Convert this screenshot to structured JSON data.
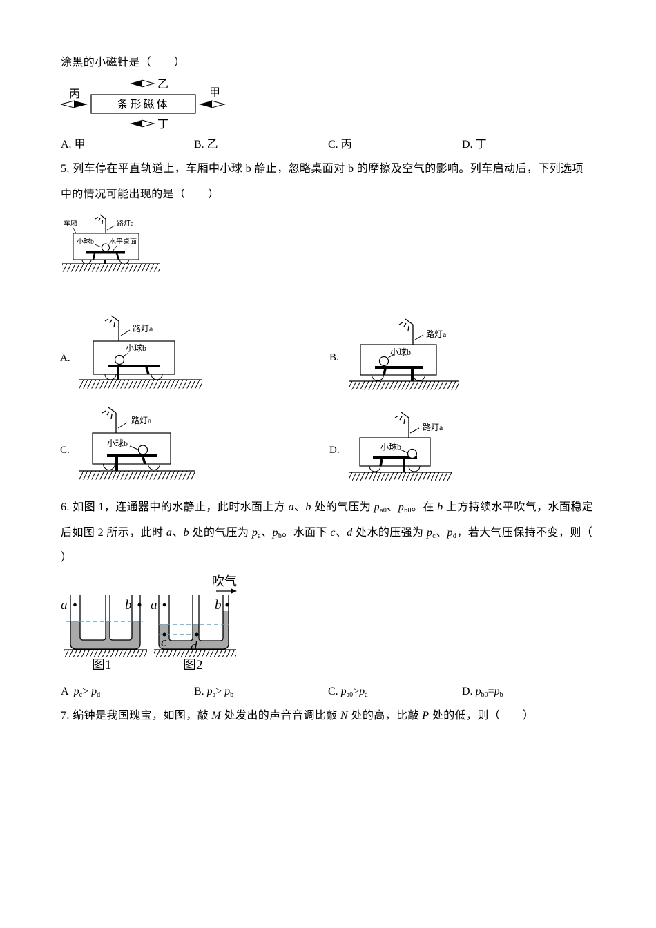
{
  "q4": {
    "stem_tail": "涂黑的小磁针是（　　）",
    "figure": {
      "magnet_label": "条形磁体",
      "needle_top_label": "乙",
      "needle_left_label": "丙",
      "needle_right_label": "甲",
      "needle_bottom_label": "丁"
    },
    "options": [
      {
        "key": "A.",
        "text": "甲"
      },
      {
        "key": "B.",
        "text": "乙"
      },
      {
        "key": "C.",
        "text": "丙"
      },
      {
        "key": "D.",
        "text": "丁"
      }
    ]
  },
  "q5": {
    "stem_line1": "5. 列车停在平直轨道上，车厢中小球 b 静止，忽略桌面对 b 的摩擦及空气的影响。列车启动后，下列选项",
    "stem_line2": "中的情况可能出现的是（　　）",
    "figure": {
      "carriage_label": "车厢",
      "lamp_label": "路灯a",
      "ball_label": "小球b",
      "table_label": "水平桌面"
    },
    "options": [
      {
        "key": "A.",
        "lamp_label": "路灯a",
        "ball_label": "小球b"
      },
      {
        "key": "B.",
        "lamp_label": "路灯a",
        "ball_label": "小球b"
      },
      {
        "key": "C.",
        "lamp_label": "路灯a",
        "ball_label": "小球b"
      },
      {
        "key": "D.",
        "lamp_label": "路灯a",
        "ball_label": "小球b"
      }
    ]
  },
  "q6": {
    "line1": [
      "6. 如图 1，连通器中的水静止，此时水面上方 ",
      "a",
      "、",
      "b",
      " 处的气压为 ",
      "p",
      "a0",
      "、",
      "p",
      "b0",
      "。在 ",
      "b",
      " 上方持续水平吹气，水面稳定"
    ],
    "line2": [
      "后如图 2 所示，此时 ",
      "a",
      "、",
      "b",
      " 处的气压为 ",
      "p",
      "a",
      "、",
      "p",
      "b",
      "。水面下 ",
      "c",
      "、",
      "d",
      " 处水的压强为 ",
      "p",
      "c",
      "、",
      "p",
      "d",
      "，若大气压保持不变，则（"
    ],
    "line3": [
      "）"
    ],
    "figure1": {
      "point_a": "a",
      "point_b": "b",
      "caption": "图1"
    },
    "figure2": {
      "point_a": "a",
      "point_b": "b",
      "point_c": "c",
      "point_d": "d",
      "blow_label": "吹气",
      "caption": "图2"
    },
    "options": [
      {
        "key": "A  ",
        "left": "p",
        "left_sub": "c",
        "op": "> ",
        "right": "p",
        "right_sub": "d"
      },
      {
        "key": "B. ",
        "left": "p",
        "left_sub": "a",
        "op": "> ",
        "right": "p",
        "right_sub": "b"
      },
      {
        "key": "C. ",
        "left": "p",
        "left_sub": "a0",
        "op": ">",
        "right": "p",
        "right_sub": "a"
      },
      {
        "key": "D. ",
        "left": "p",
        "left_sub": "b0",
        "op": "=",
        "right": "p",
        "right_sub": "b"
      }
    ]
  },
  "q7": {
    "line1": [
      "7. 编钟是我国瑰宝，如图，敲 ",
      "M",
      " 处发出的声音音调比敲 ",
      "N",
      " 处的高，比敲 ",
      "P",
      " 处的低，则（　　）"
    ]
  },
  "colors": {
    "page_bg": "#ffffff",
    "ink": "#000000",
    "water_fill": "#a9a9a9",
    "water_level_dash": "#4aa8d8"
  }
}
